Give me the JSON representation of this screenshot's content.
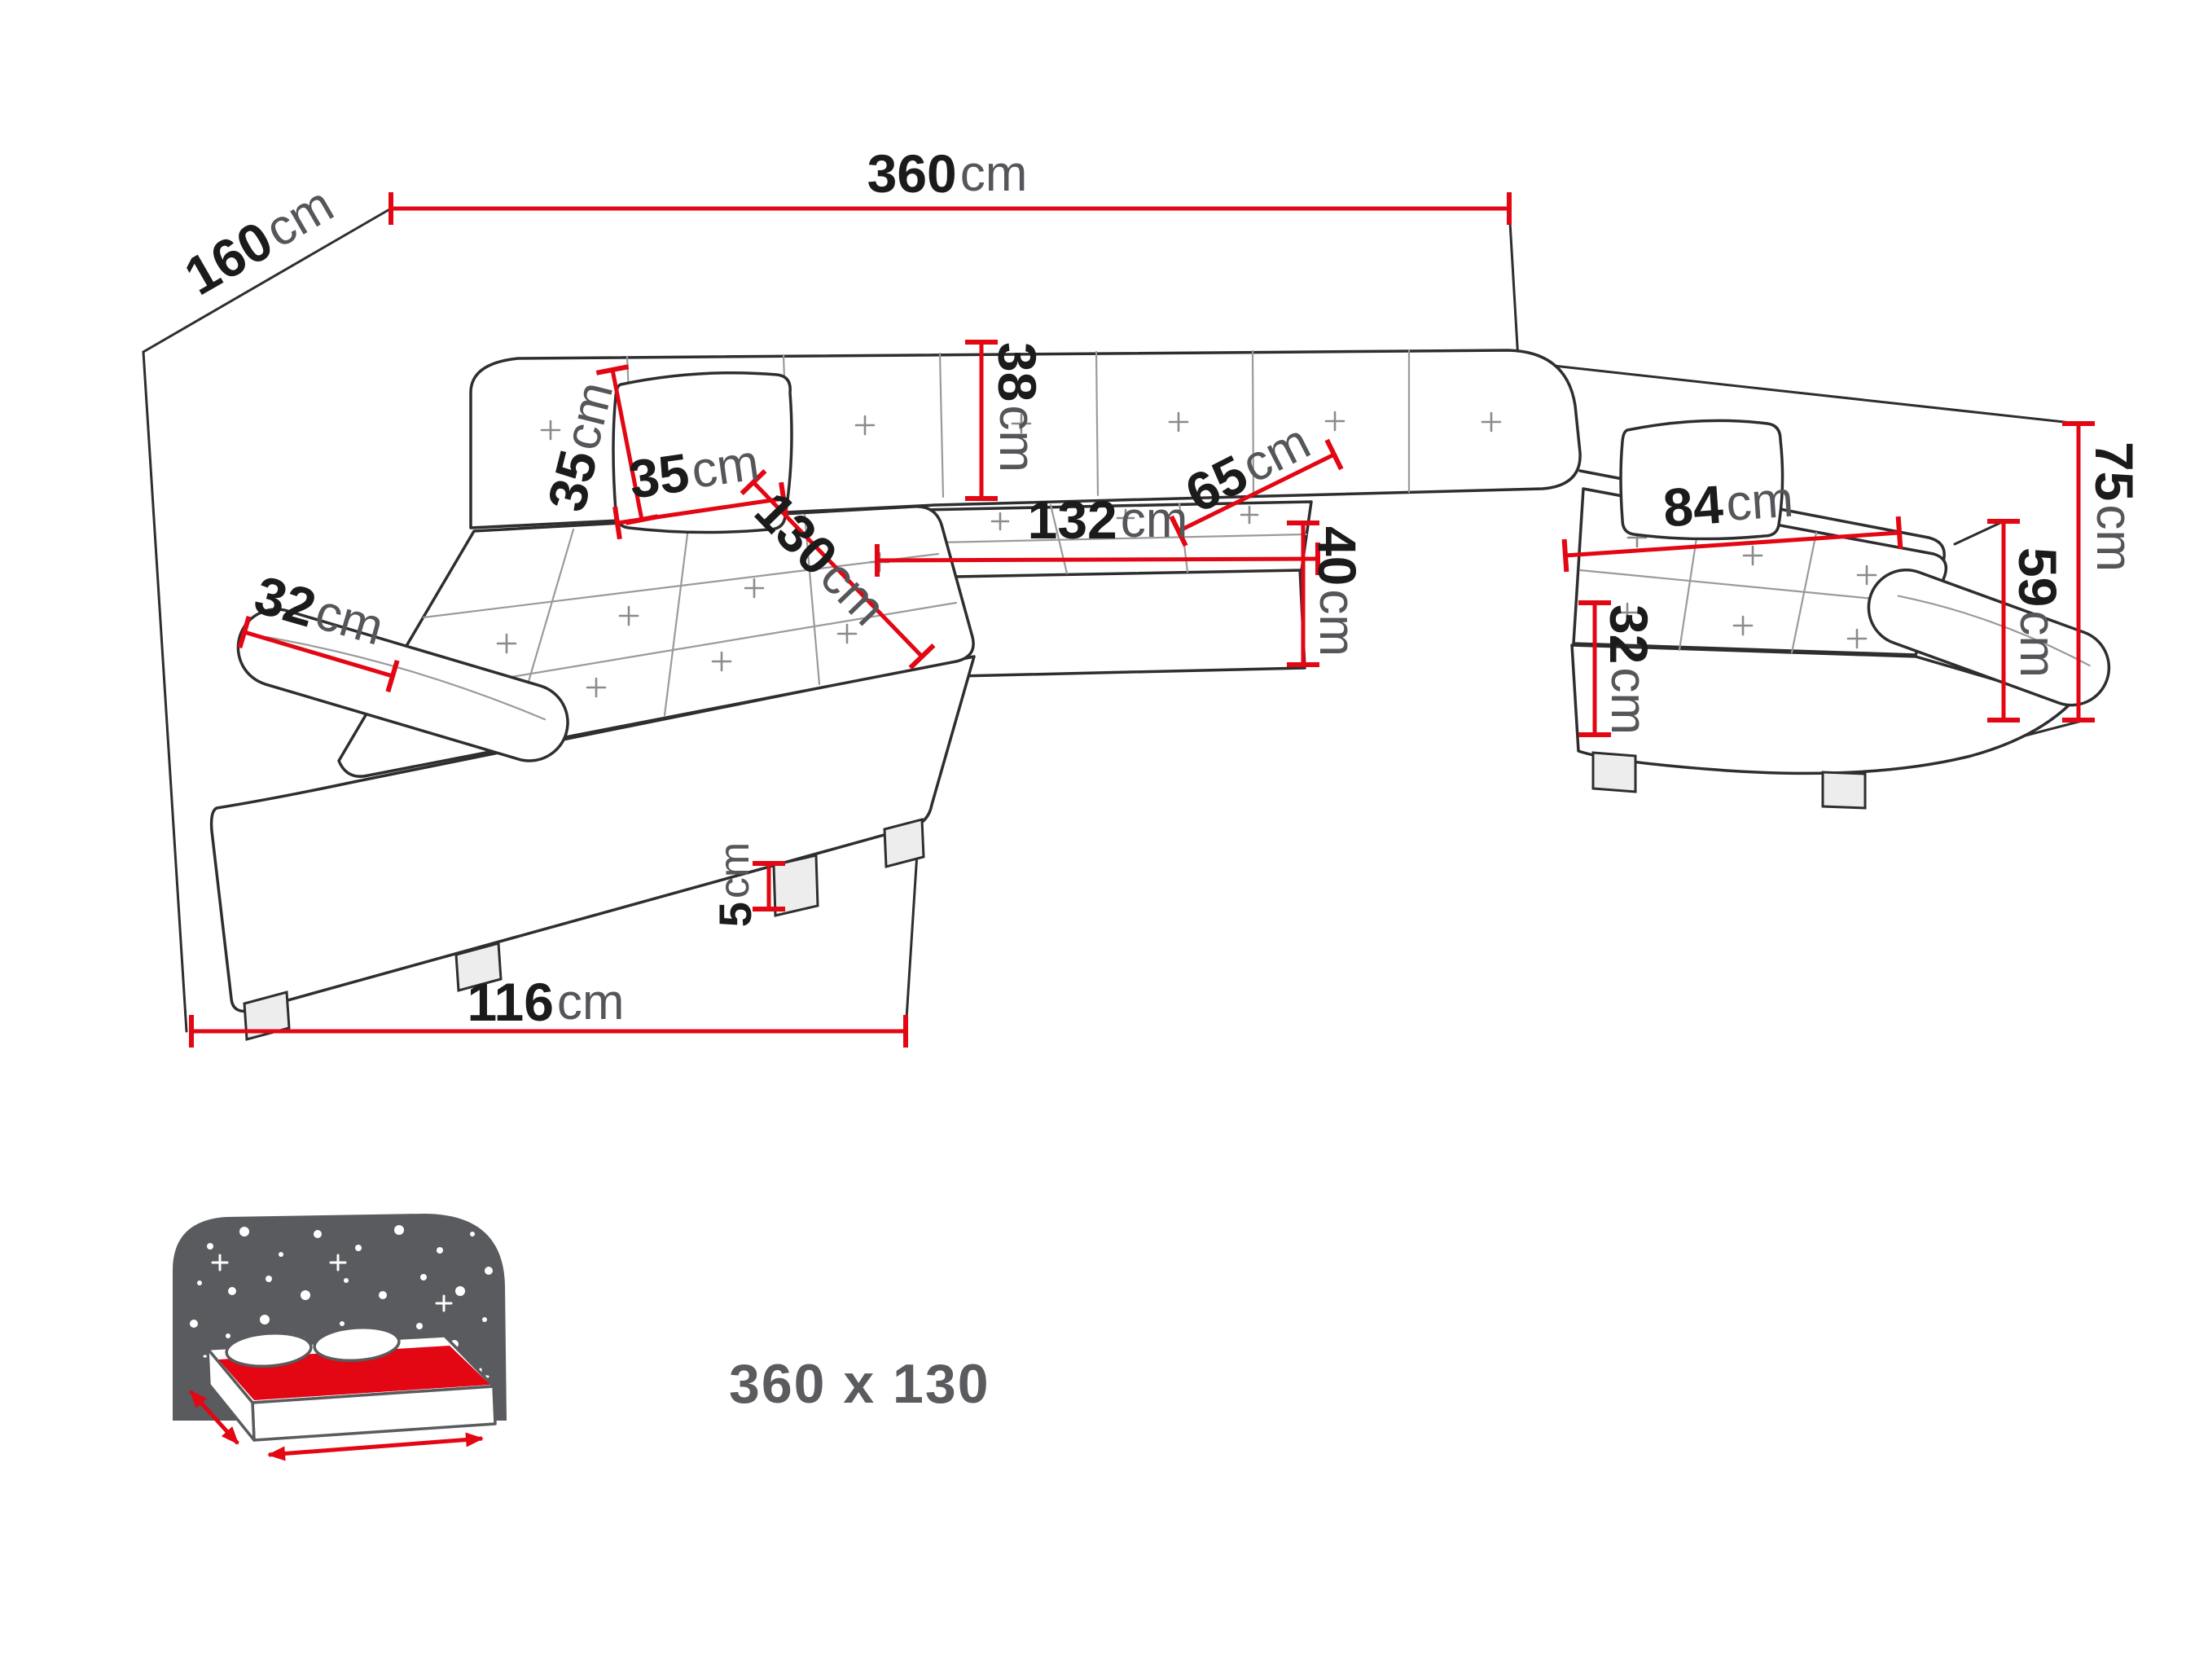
{
  "colors": {
    "dimension_line": "#e30613",
    "outline": "#2e2e30",
    "text_value": "#1b1b1b",
    "text_unit": "#55565a",
    "icon_gray": "#5a5b5e",
    "sleep_highlight": "#e30613"
  },
  "dimensions": {
    "total_width": {
      "value": "360",
      "unit": "cm"
    },
    "total_depth": {
      "value": "160",
      "unit": "cm"
    },
    "pillow_height": {
      "value": "35",
      "unit": "cm"
    },
    "pillow_width": {
      "value": "35",
      "unit": "cm"
    },
    "backrest_height": {
      "value": "38",
      "unit": "cm"
    },
    "middle_seat_depth": {
      "value": "65",
      "unit": "cm"
    },
    "middle_seat_width": {
      "value": "132",
      "unit": "cm"
    },
    "chaise_seat_length": {
      "value": "130",
      "unit": "cm"
    },
    "seat_height": {
      "value": "40",
      "unit": "cm"
    },
    "right_seat_length": {
      "value": "84",
      "unit": "cm"
    },
    "left_armrest_width": {
      "value": "32",
      "unit": "cm"
    },
    "right_front_height": {
      "value": "32",
      "unit": "cm"
    },
    "total_height": {
      "value": "75",
      "unit": "cm"
    },
    "armrest_height": {
      "value": "59",
      "unit": "cm"
    },
    "leg_height": {
      "value": "5",
      "unit": "cm"
    },
    "chaise_length": {
      "value": "116",
      "unit": "cm"
    }
  },
  "sleeping_function": {
    "size_label": "360 x 130",
    "icon": "bed-with-stars-icon"
  }
}
